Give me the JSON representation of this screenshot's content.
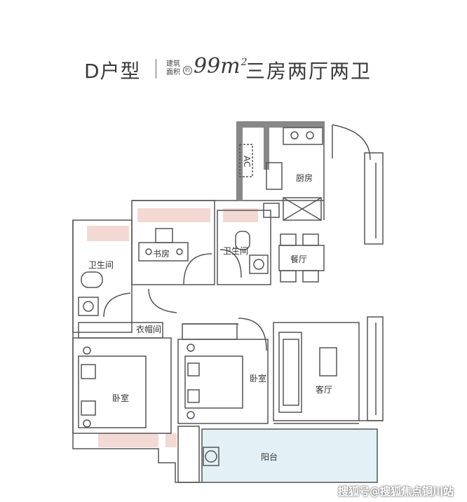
{
  "header": {
    "unit_type": "D户型",
    "area_label_line1": "建筑",
    "area_label_line2": "面积",
    "area_unit_mark": "约",
    "area_value": "99m",
    "area_superscript": "2",
    "layout": "三房两厅两卫"
  },
  "rooms": {
    "kitchen": "厨房",
    "study": "书房",
    "bath_center": "卫生间",
    "bath_left": "卫生间",
    "dining": "餐厅",
    "cloakroom": "衣帽间",
    "bedroom_master": "卧室",
    "bedroom_second": "卧室",
    "living": "客厅",
    "balcony": "阳台"
  },
  "fixtures": {
    "ac_label": "AC"
  },
  "colors": {
    "wall": "#7a7a7a",
    "line": "#555555",
    "window_pink": "#f3d9d3",
    "balcony_blue": "#e3f1f6"
  },
  "watermark": "搜狐号@搜狐焦点铜川站"
}
